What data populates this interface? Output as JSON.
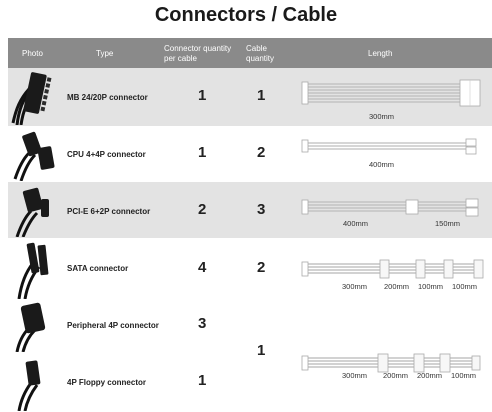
{
  "title": "Connectors / Cable",
  "header": {
    "photo": "Photo",
    "type": "Type",
    "connector_qty": "Connector quantity per cable",
    "cable_qty": "Cable quantity",
    "length": "Length"
  },
  "rows": [
    {
      "type": "MB 24/20P connector",
      "connector_qty": "1",
      "cable_qty": "1",
      "lengths": [
        "300mm"
      ]
    },
    {
      "type": "CPU 4+4P connector",
      "connector_qty": "1",
      "cable_qty": "2",
      "lengths": [
        "400mm"
      ]
    },
    {
      "type": "PCI-E 6+2P connector",
      "connector_qty": "2",
      "cable_qty": "3",
      "lengths": [
        "400mm",
        "150mm"
      ]
    },
    {
      "type": "SATA connector",
      "connector_qty": "4",
      "cable_qty": "2",
      "lengths": [
        "300mm",
        "200mm",
        "100mm",
        "100mm"
      ]
    },
    {
      "type": "Peripheral 4P connector",
      "connector_qty": "3"
    },
    {
      "type": "4P Floppy connector",
      "connector_qty": "1"
    }
  ],
  "merged_cable_qty": "1",
  "merged_lengths": [
    "300mm",
    "200mm",
    "200mm",
    "100mm"
  ]
}
